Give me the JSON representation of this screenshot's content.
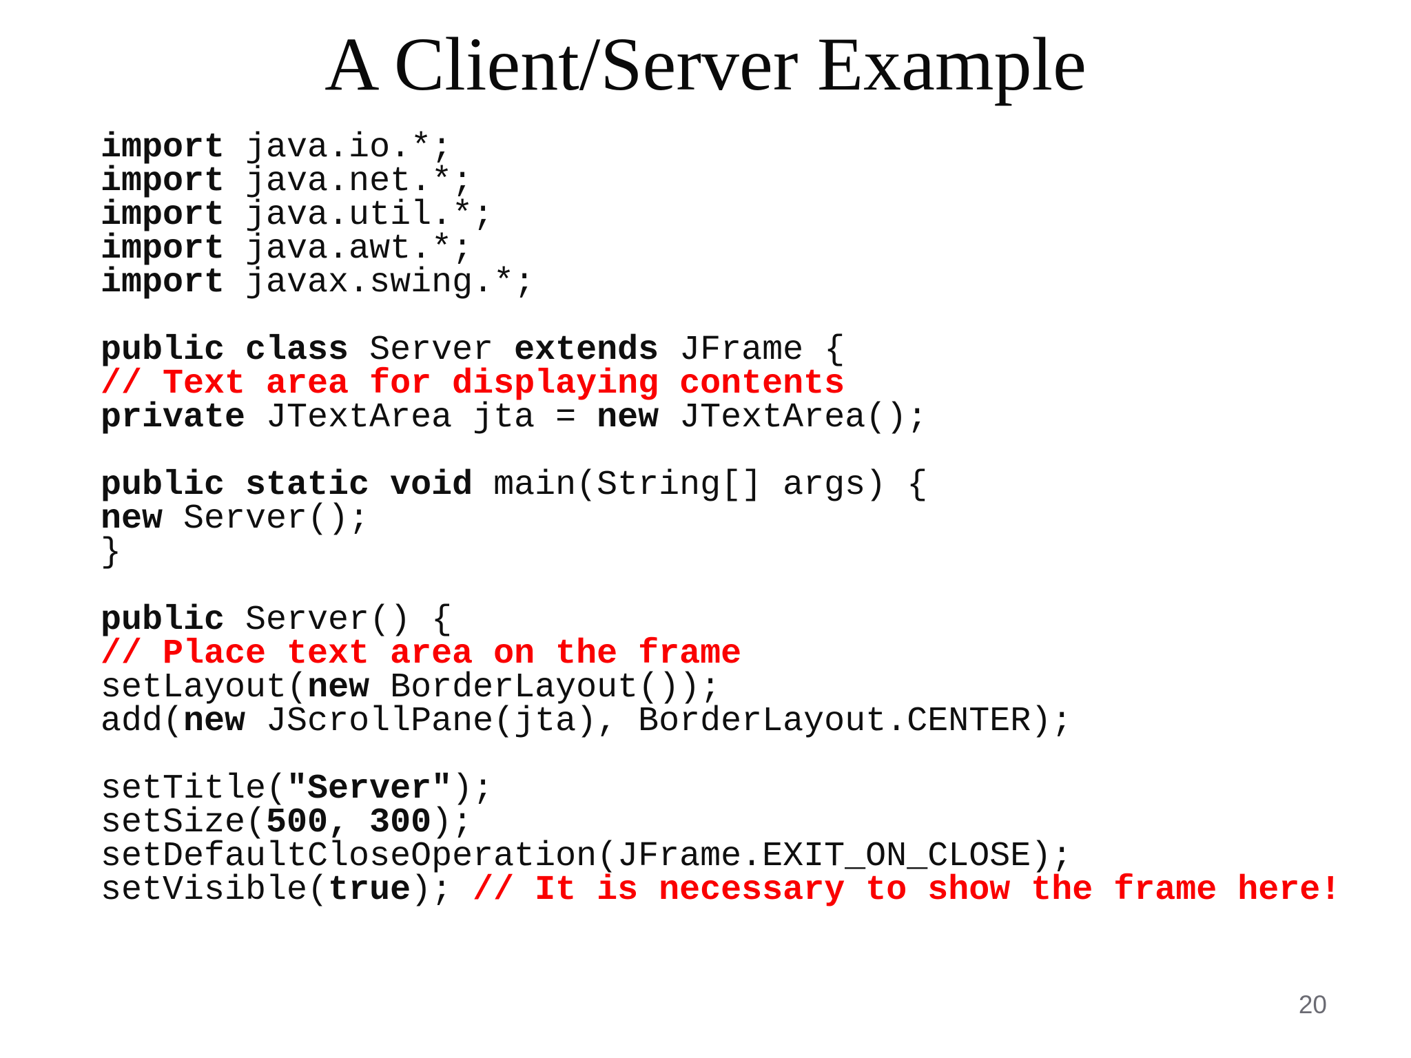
{
  "slide": {
    "title": "A Client/Server Example",
    "page_number": "20"
  },
  "colors": {
    "comment_red": "#fa0000",
    "code_black": "#0f0f0f",
    "page_number_gray": "#6b6b73",
    "background": "#ffffff"
  },
  "code": {
    "language": "java",
    "lines": [
      [
        {
          "t": "import",
          "b": true
        },
        {
          "t": " java.io.*;"
        }
      ],
      [
        {
          "t": "import",
          "b": true
        },
        {
          "t": " java.net.*;"
        }
      ],
      [
        {
          "t": "import",
          "b": true
        },
        {
          "t": " java.util.*;"
        }
      ],
      [
        {
          "t": "import",
          "b": true
        },
        {
          "t": " java.awt.*;"
        }
      ],
      [
        {
          "t": "import",
          "b": true
        },
        {
          "t": " javax.swing.*;"
        }
      ],
      [],
      [
        {
          "t": "public class",
          "b": true
        },
        {
          "t": " Server "
        },
        {
          "t": "extends",
          "b": true
        },
        {
          "t": " JFrame {"
        }
      ],
      [
        {
          "t": "// Text area for displaying contents",
          "b": true,
          "r": true
        }
      ],
      [
        {
          "t": "private",
          "b": true
        },
        {
          "t": " JTextArea jta = "
        },
        {
          "t": "new",
          "b": true
        },
        {
          "t": " JTextArea();"
        }
      ],
      [],
      [
        {
          "t": "public static void",
          "b": true
        },
        {
          "t": " main(String[] args) {"
        }
      ],
      [
        {
          "t": "new",
          "b": true
        },
        {
          "t": " Server();"
        }
      ],
      [
        {
          "t": "}"
        }
      ],
      [],
      [
        {
          "t": "public",
          "b": true
        },
        {
          "t": " Server() {"
        }
      ],
      [
        {
          "t": "// Place text area on the frame",
          "b": true,
          "r": true
        }
      ],
      [
        {
          "t": "setLayout("
        },
        {
          "t": "new",
          "b": true
        },
        {
          "t": " BorderLayout());"
        }
      ],
      [
        {
          "t": "add("
        },
        {
          "t": "new",
          "b": true
        },
        {
          "t": " JScrollPane(jta), BorderLayout.CENTER);"
        }
      ],
      [],
      [
        {
          "t": "setTitle("
        },
        {
          "t": "\"Server\"",
          "b": true
        },
        {
          "t": ");"
        }
      ],
      [
        {
          "t": "setSize("
        },
        {
          "t": "500, 300",
          "b": true
        },
        {
          "t": ");"
        }
      ],
      [
        {
          "t": "setDefaultCloseOperation(JFrame.EXIT_ON_CLOSE);"
        }
      ],
      [
        {
          "t": "setVisible("
        },
        {
          "t": "true",
          "b": true
        },
        {
          "t": "); "
        },
        {
          "t": "// It is necessary to show the frame here!",
          "b": true,
          "r": true
        }
      ]
    ]
  }
}
